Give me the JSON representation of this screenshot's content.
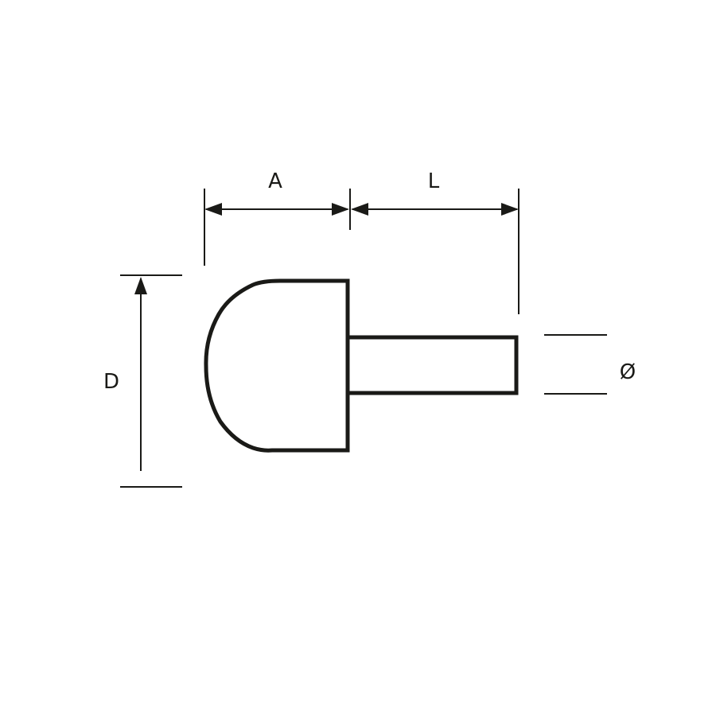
{
  "colors": {
    "ink": "#1a1a17",
    "background": "#ffffff"
  },
  "dimensions": {
    "head_length": "A",
    "shank_length": "L",
    "head_diameter": "D",
    "shank_diameter": "Ø"
  }
}
